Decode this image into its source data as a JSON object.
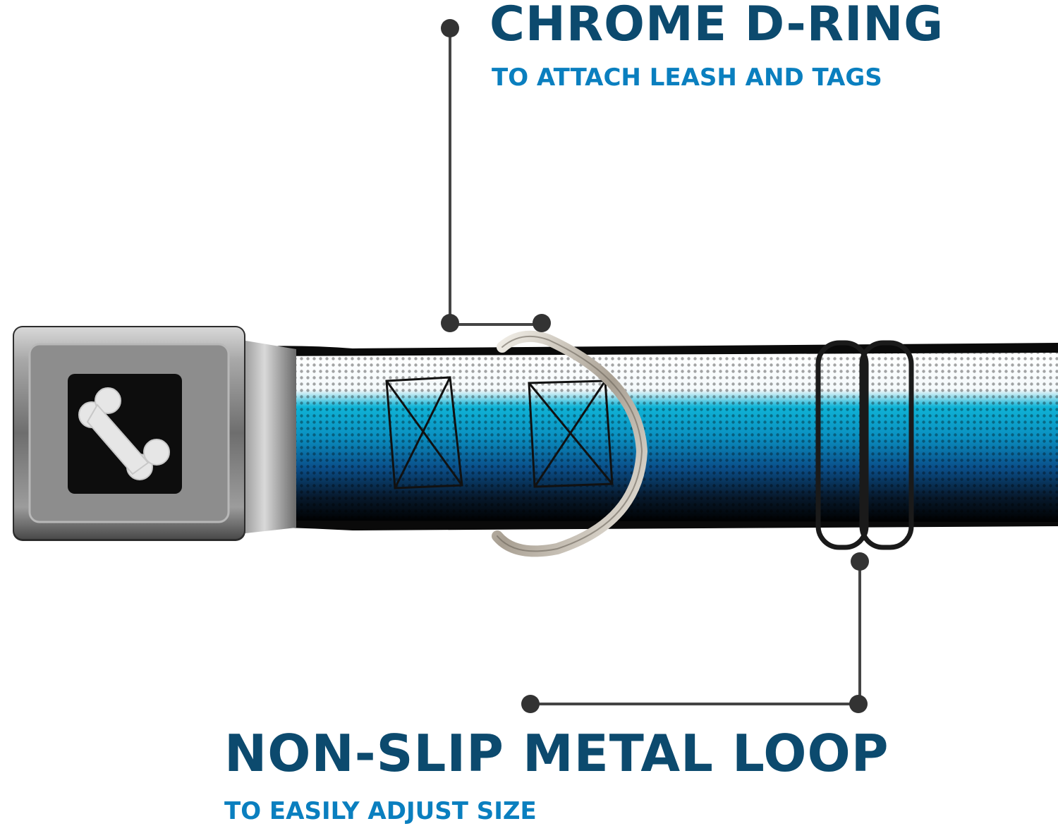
{
  "colors": {
    "title": "#0c4a6e",
    "subtitle": "#0a7fbf",
    "callout_line": "#444444",
    "webbing_blue": "#0a9bc4",
    "webbing_dark": "#0b1e3a",
    "buckle_chrome": "#8c8c8c",
    "bone": "#e8e8e8"
  },
  "callouts": {
    "d_ring": {
      "title": "CHROME D-RING",
      "subtitle": "TO ATTACH LEASH AND TAGS"
    },
    "metal_loop": {
      "title": "NON-SLIP METAL LOOP",
      "subtitle": "TO EASILY ADJUST SIZE"
    }
  },
  "icons": {
    "buckle_logo": "bone-icon"
  }
}
